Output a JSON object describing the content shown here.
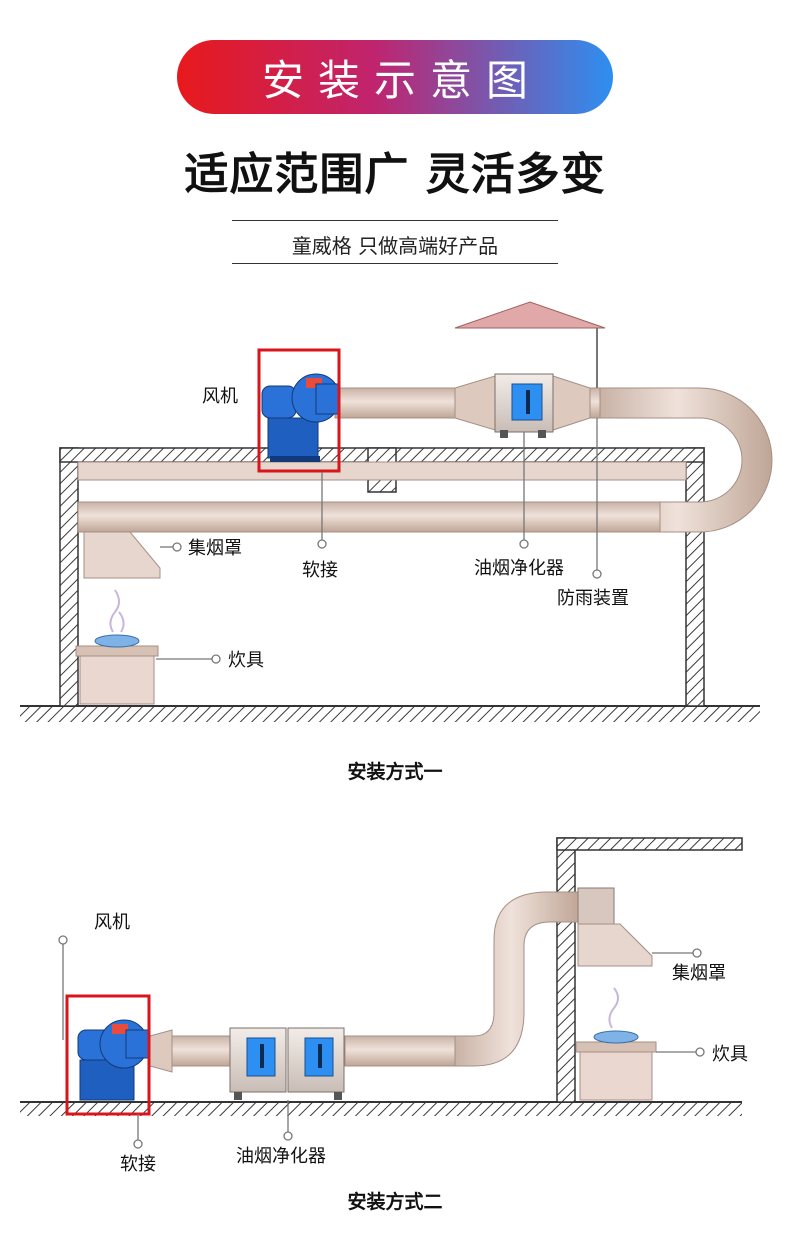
{
  "header": {
    "banner_title": "安装示意图",
    "headline": "适应范围广 灵活多变",
    "subtitle": "童威格 只做高端好产品"
  },
  "diagram1": {
    "labels": {
      "fan": "风机",
      "hood": "集烟罩",
      "soft_joint": "软接",
      "purifier": "油烟净化器",
      "rain_guard": "防雨装置",
      "stove": "炊具"
    },
    "caption": "安装方式一"
  },
  "diagram2": {
    "labels": {
      "fan": "风机",
      "hood": "集烟罩",
      "stove": "炊具",
      "soft_joint": "软接",
      "purifier": "油烟净化器"
    },
    "caption": "安装方式二"
  },
  "colors": {
    "banner_gradient": [
      "#e8191c",
      "#c0246e",
      "#2d8ff1"
    ],
    "duct": "#d8c2b6",
    "fan_blue": "#1f5fc0",
    "highlight_red": "#d9151b",
    "wall_hatch": "#3a3a3a"
  }
}
